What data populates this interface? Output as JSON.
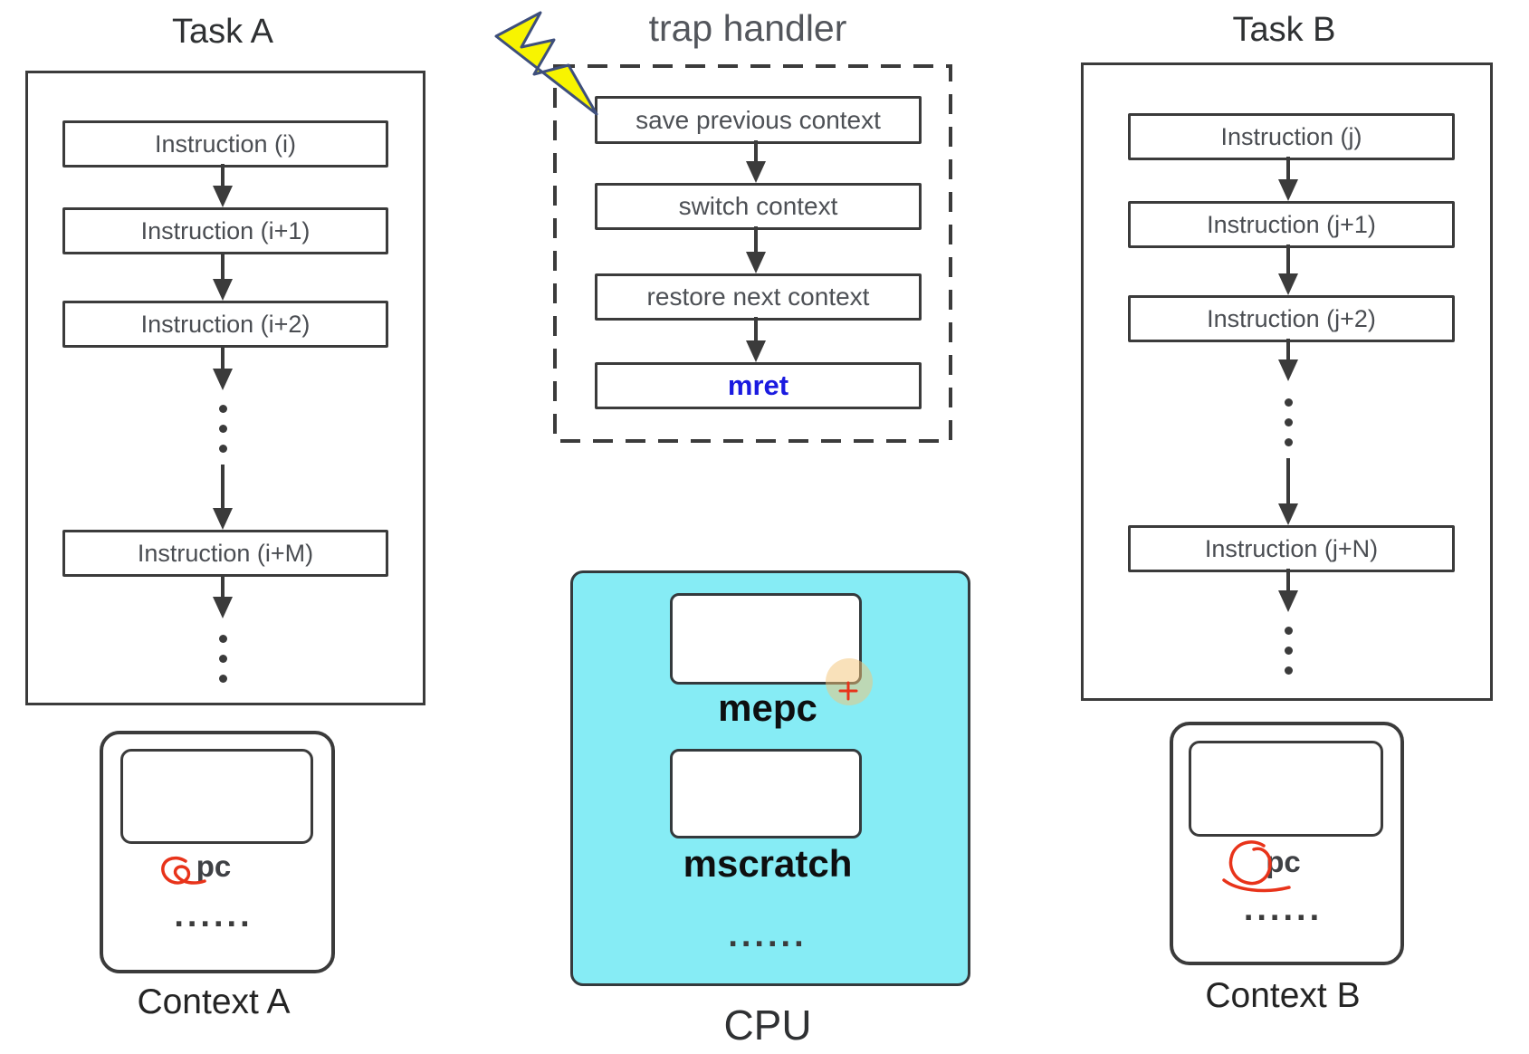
{
  "task_a": {
    "title": "Task A",
    "instructions": [
      "Instruction (i)",
      "Instruction (i+1)",
      "Instruction (i+2)",
      "Instruction (i+M)"
    ],
    "context": {
      "label": "Context A",
      "pc_label": "pc",
      "ellipsis": "......"
    }
  },
  "trap_handler": {
    "title": "trap handler",
    "steps": [
      "save previous context",
      "switch context",
      "restore next context"
    ],
    "return_instruction": "mret"
  },
  "cpu": {
    "label": "CPU",
    "registers": [
      "mepc",
      "mscratch"
    ],
    "ellipsis": "......"
  },
  "task_b": {
    "title": "Task B",
    "instructions": [
      "Instruction (j)",
      "Instruction (j+1)",
      "Instruction (j+2)",
      "Instruction (j+N)"
    ],
    "context": {
      "label": "Context B",
      "pc_label": "pc",
      "ellipsis": "......"
    }
  },
  "colors": {
    "cpu_fill": "#86ecf5",
    "mret_text": "#1a1ae0",
    "stroke": "#3b3b3b",
    "annotation_red": "#e8331a",
    "lightning_fill": "#f8f400",
    "lightning_stroke": "#3e4f7c",
    "cursor_highlight": "rgba(243,196,118,0.5)"
  }
}
